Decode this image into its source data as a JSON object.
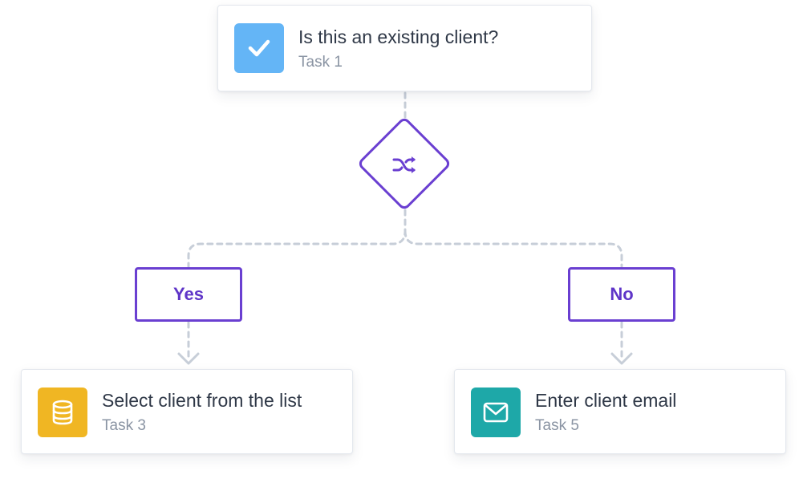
{
  "nodes": {
    "task1": {
      "title": "Is this an existing client?",
      "subtitle": "Task 1",
      "icon": "checkmark-icon",
      "icon_color": "#64b5f6"
    },
    "task3": {
      "title": "Select client from the list",
      "subtitle": "Task 3",
      "icon": "database-icon",
      "icon_color": "#f0b623"
    },
    "task5": {
      "title": "Enter client email",
      "subtitle": "Task 5",
      "icon": "envelope-icon",
      "icon_color": "#1ea8a8"
    }
  },
  "gateway": {
    "icon": "shuffle-icon",
    "color": "#6a3fd1"
  },
  "branches": {
    "yes_label": "Yes",
    "no_label": "No"
  },
  "colors": {
    "connector": "#c7ced8",
    "accent": "#6a3fd1",
    "title_text": "#2f3847",
    "subtitle_text": "#8a94a3"
  }
}
